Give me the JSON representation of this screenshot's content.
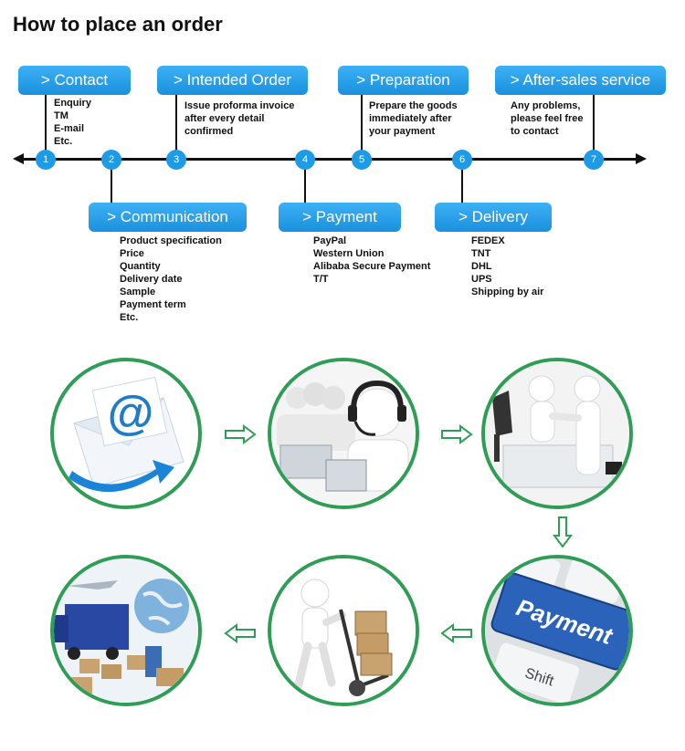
{
  "page": {
    "title": "How to place an order"
  },
  "colors": {
    "accent": "#1e9be6",
    "circle_border": "#2f9d56",
    "line": "#111111"
  },
  "steps": [
    {
      "node": "1",
      "label": "> Contact",
      "details": [
        "Enquiry",
        "TM",
        "E-mail",
        "Etc."
      ]
    },
    {
      "node": "2",
      "label": "> Communication",
      "details": [
        "Product specification",
        "Price",
        "Quantity",
        "Delivery date",
        "Sample",
        "Payment term",
        "Etc."
      ]
    },
    {
      "node": "3",
      "label": "> Intended Order",
      "details": [
        "Issue proforma invoice",
        "after every detail",
        "confirmed"
      ]
    },
    {
      "node": "4",
      "label": "> Payment",
      "details": [
        "PayPal",
        "Western Union",
        "Alibaba Secure Payment",
        "T/T"
      ]
    },
    {
      "node": "5",
      "label": "> Preparation",
      "details": [
        "Prepare the goods",
        "immediately after",
        "your payment"
      ]
    },
    {
      "node": "6",
      "label": "> Delivery",
      "details": [
        "FEDEX",
        "TNT",
        "DHL",
        "UPS",
        "Shipping by air"
      ]
    },
    {
      "node": "7",
      "label": "> After-sales service",
      "details": [
        "Any problems,",
        "please feel free",
        "to contact"
      ]
    }
  ],
  "illustrations": {
    "email_symbol": "@",
    "payment_key": "Payment",
    "shift_key": "Shift",
    "items": [
      "email-envelope",
      "call-center",
      "handshake",
      "payment-key",
      "hand-truck-boxes",
      "shipping-logistics"
    ]
  }
}
